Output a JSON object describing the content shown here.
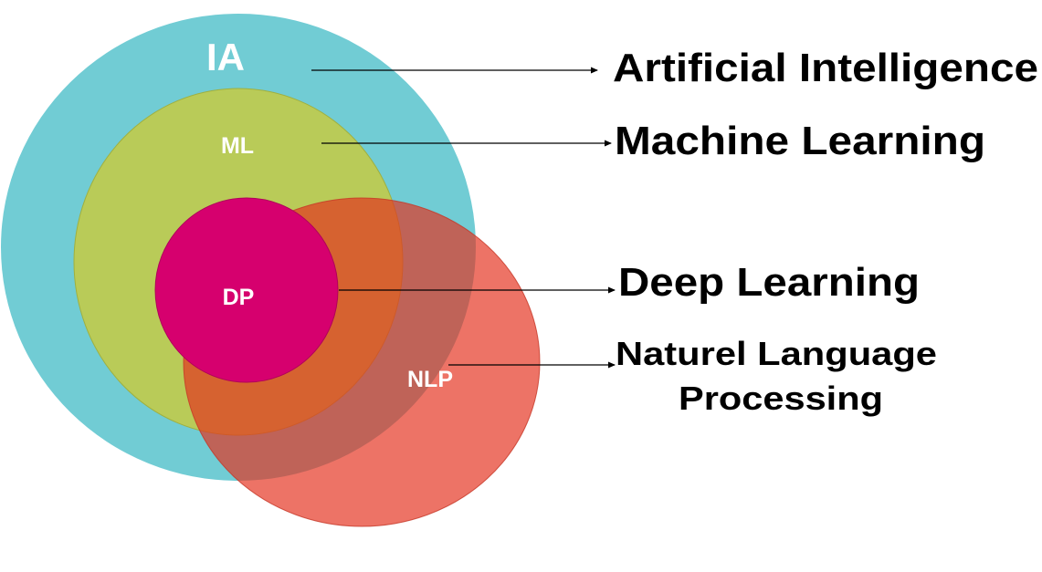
{
  "diagram": {
    "circles": {
      "ia": {
        "label": "IA",
        "color": "#71CCD4"
      },
      "ml": {
        "label": "ML",
        "color": "#B9CB58"
      },
      "nlp": {
        "label": "NLP",
        "color": "#E4301E"
      },
      "dp": {
        "label": "DP",
        "color": "#D6006E"
      }
    },
    "labels": {
      "artificial_intelligence": "Artificial Intelligence",
      "machine_learning": "Machine Learning",
      "deep_learning": "Deep Learning",
      "nlp_line1": "Naturel Language",
      "nlp_line2": "Processing"
    },
    "colors": {
      "background": "#FFFFFF",
      "text": "#000000",
      "arrow": "#000000"
    }
  }
}
